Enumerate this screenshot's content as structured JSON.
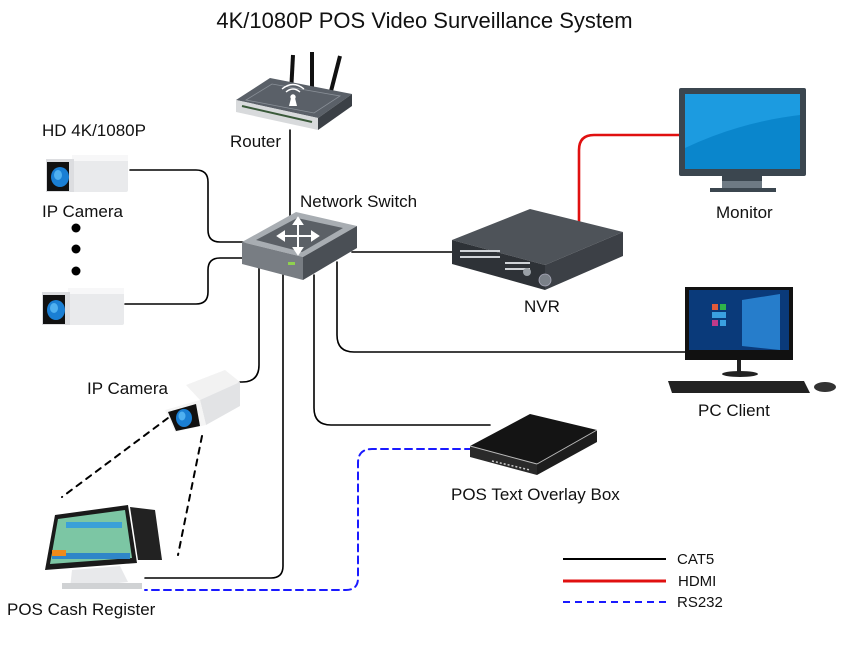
{
  "title": "4K/1080P POS Video Surveillance System",
  "devices": {
    "router": {
      "label": "Router",
      "icon": "wifi-router-icon"
    },
    "switch": {
      "label": "Network Switch",
      "icon": "network-switch-icon"
    },
    "nvr": {
      "label": "NVR",
      "icon": "nvr-recorder-icon"
    },
    "monitor": {
      "label": "Monitor",
      "icon": "monitor-icon"
    },
    "pc_client": {
      "label": "PC Client",
      "icon": "desktop-computer-icon"
    },
    "overlay_box": {
      "label": "POS Text Overlay Box",
      "icon": "overlay-box-icon"
    },
    "ip_camera_top": {
      "label_line1": "HD 4K/1080P",
      "label_line2": "IP Camera",
      "icon": "ip-camera-icon"
    },
    "ip_camera_pos": {
      "label": "IP Camera",
      "icon": "ip-camera-icon"
    },
    "pos_register": {
      "label": "POS Cash Register",
      "icon": "pos-terminal-icon"
    }
  },
  "legend": [
    {
      "label": "CAT5",
      "color": "#000000",
      "style": "solid"
    },
    {
      "label": "HDMI",
      "color": "#e01010",
      "style": "solid"
    },
    {
      "label": "RS232",
      "color": "#1a1aff",
      "style": "dashed"
    }
  ],
  "colors": {
    "cat5": "#000000",
    "hdmi": "#e01010",
    "rs232": "#1a1aff"
  }
}
